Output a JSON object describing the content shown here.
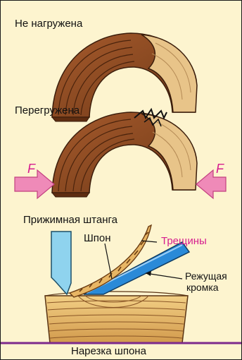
{
  "labels": {
    "unloaded": "Не нагружена",
    "overloaded": "Перегружена",
    "force_left": "F",
    "force_right": "F",
    "pressure_bar": "Прижимная штанга",
    "veneer": "Шпон",
    "cracks": "Трещины",
    "cutting_edge_line1": "Режущая",
    "cutting_edge_line2": "кромка",
    "caption": "Нарезка шпона"
  },
  "colors": {
    "background": "#fdf4cf",
    "wood_dark": "#8b4a22",
    "wood_light": "#e8c489",
    "force_arrow": "#ef8ab8",
    "accent_text": "#d61d8f",
    "blade": "#2a8ad8",
    "pressure_bar": "#8fd3ee",
    "base_line": "#7d2a8c"
  }
}
